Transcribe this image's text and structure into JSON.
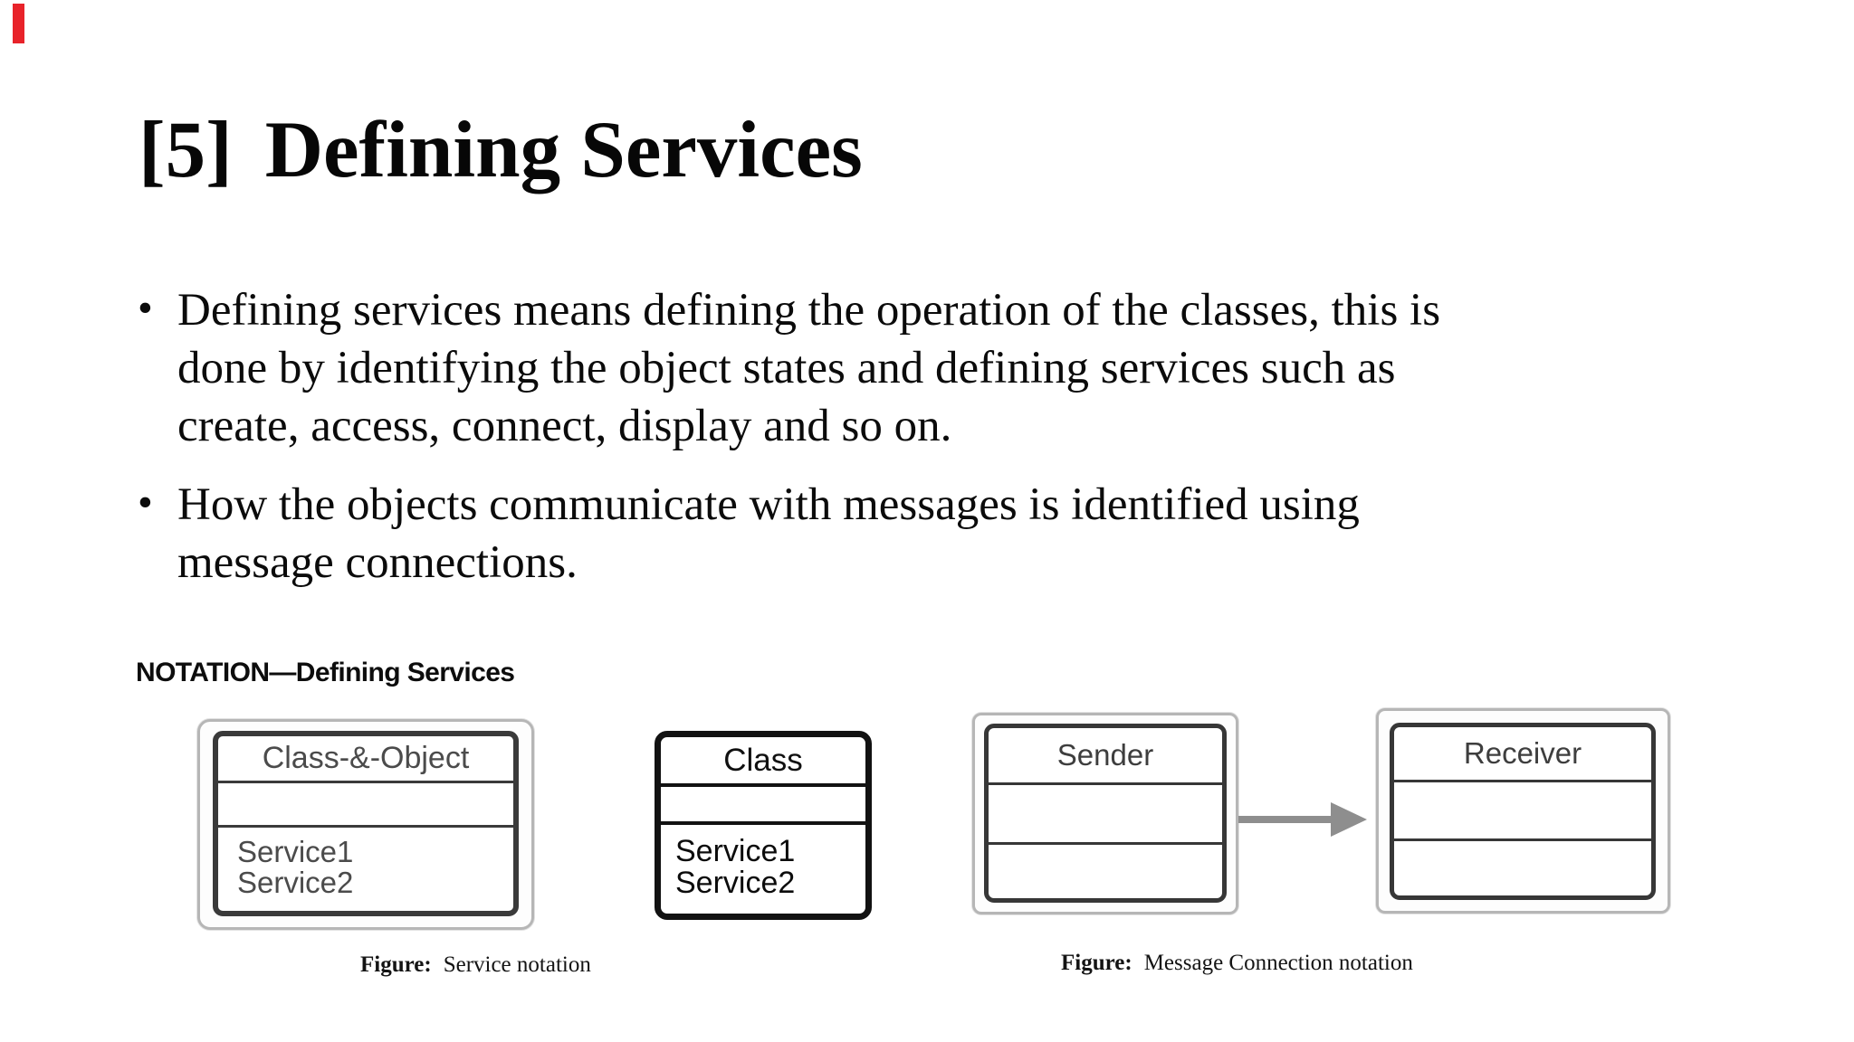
{
  "slide": {
    "title": {
      "number": "[5]",
      "text": "Defining Services"
    },
    "bullet_glyph": "•",
    "bullets": [
      {
        "lines": [
          "Defining services means defining the operation of the classes, this is",
          "done by identifying the object states and defining services such as",
          "create, access, connect, display and so on."
        ]
      },
      {
        "lines": [
          "How the objects communicate with messages is identified using",
          "message connections."
        ]
      }
    ]
  },
  "notation": {
    "heading": "NOTATION—Defining Services",
    "class_object_box": {
      "title": "Class-&-Object",
      "services": [
        "Service1",
        "Service2"
      ]
    },
    "class_box": {
      "title": "Class",
      "services": [
        "Service1",
        "Service2"
      ]
    },
    "sender_box": {
      "title": "Sender"
    },
    "receiver_box": {
      "title": "Receiver"
    },
    "captions": {
      "service": {
        "label": "Figure:",
        "text": "Service notation"
      },
      "message": {
        "label": "Figure:",
        "text": "Message Connection notation"
      }
    }
  },
  "colors": {
    "background": "#ffffff",
    "text": "#0b0b0b",
    "inner_box_stroke": "#3a3a3a",
    "outer_box_stroke": "#b6b6b6",
    "class_box_stroke": "#121212",
    "arrow": "#8e8e8e",
    "red_marker": "#e8232a"
  }
}
